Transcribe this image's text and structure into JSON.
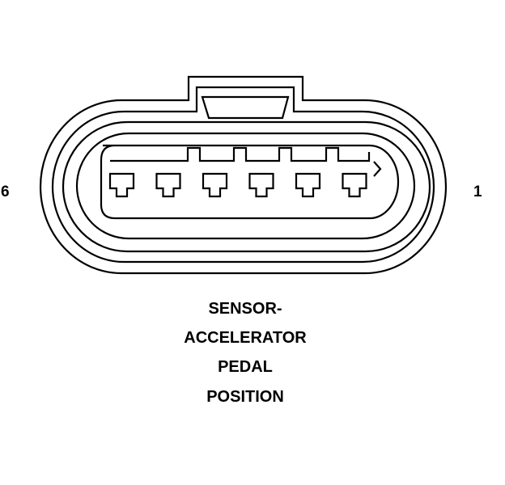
{
  "diagram": {
    "pin_left_label": "6",
    "pin_right_label": "1",
    "caption_lines": [
      "SENSOR-",
      "ACCELERATOR",
      "PEDAL",
      "POSITION"
    ],
    "cavity_count": 6,
    "line_color": "#000000",
    "background": "#ffffff"
  }
}
